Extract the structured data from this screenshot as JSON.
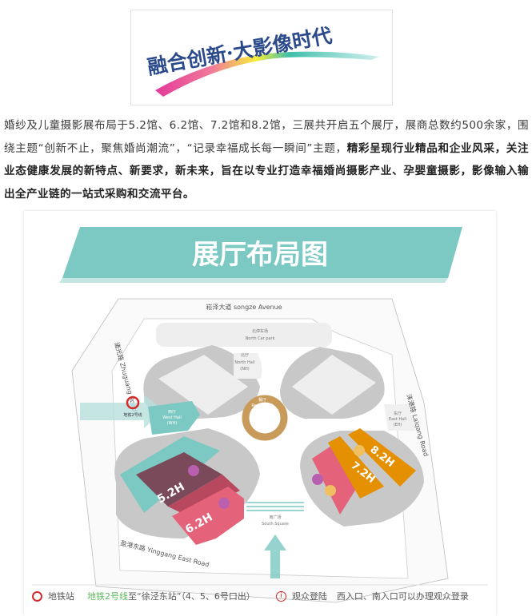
{
  "logo": {
    "slogan": "融合创新·大影像时代"
  },
  "intro": {
    "normal": "婚纱及儿童摄影展布局于5.2馆、6.2馆、7.2馆和8.2馆，三展共开启五个展厅，展商总数约500余家，围绕主题“创新不止，聚焦婚尚潮流”，“记录幸福成长每一瞬间”主题，",
    "bold": "精彩呈现行业精品和企业风采，关注业态健康发展的新特点、新要求，新未来，旨在以专业打造幸福婚尚摄影产业、孕婴童摄影，影像输入输出全产业链的一站式采购和交流平台。"
  },
  "map": {
    "title": "展厅布局图",
    "roads": {
      "north": "崧泽大道 songze Avenue",
      "west": "诸光路 Zhuguang Road",
      "east": "涞港路 Laigang Road",
      "south": "盈港东路 Yinggang East Road"
    },
    "areas": {
      "north_car_park_cn": "北停车场",
      "north_car_park_en": "North Car park",
      "north_hall_cn": "北厅",
      "north_hall_en": "North Hall",
      "north_hall_code": "(NH)",
      "restaurant_cn": "餐厅",
      "restaurant_en": "Restaurant",
      "west_hall_cn": "西厅",
      "west_hall_en": "West Hall",
      "west_hall_code": "(WH)",
      "east_hall_cn": "东厅",
      "east_hall_en": "East Hall",
      "east_hall_code": "(EH)",
      "south_square_cn": "南广场",
      "south_square_en": "South Square",
      "metro_label": "地铁2号线"
    },
    "halls": [
      "5.2H",
      "6.2H",
      "7.2H",
      "8.2H"
    ],
    "colors": {
      "teal": "#7cc8c2",
      "plum": "#7a4a5a",
      "pink": "#e4637a",
      "orange": "#e59000",
      "gold": "#c89b5a"
    }
  },
  "legend": {
    "metro_label": "地铁站",
    "metro_line": "地铁2号线",
    "metro_desc": "至“徐泾东站”（4、5、6号口出）",
    "entry_label": "观众登陆",
    "entry_desc": "西入口、南入口可以办理观众登录"
  }
}
